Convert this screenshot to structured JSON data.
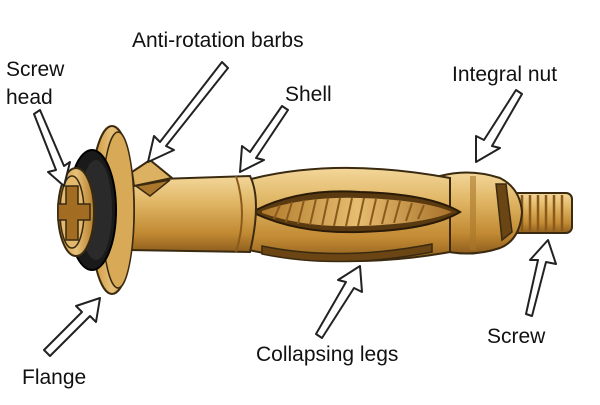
{
  "labels": {
    "screw_head_line1": "Screw",
    "screw_head_line2": "head",
    "anti_rotation_barbs": "Anti-rotation barbs",
    "shell": "Shell",
    "integral_nut": "Integral nut",
    "flange": "Flange",
    "collapsing_legs": "Collapsing legs",
    "screw": "Screw"
  },
  "colors": {
    "brass_light": "#e8c27a",
    "brass_mid": "#c9962f",
    "brass_dark": "#8a5a1c",
    "outline": "#3a2a10",
    "rubber_ring": "#1a1a1a",
    "arrow_fill": "#ffffff",
    "arrow_stroke": "#222222"
  }
}
